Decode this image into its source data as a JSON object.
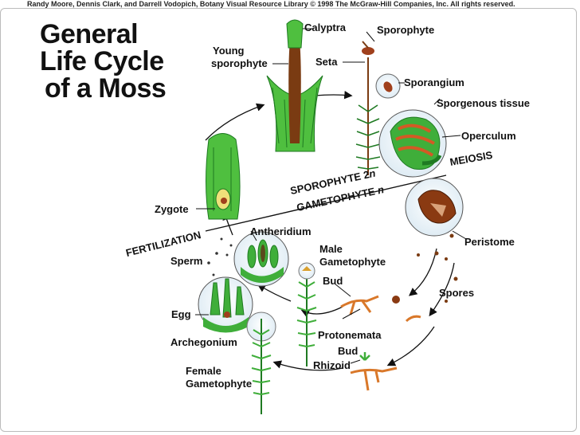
{
  "credit": "Randy Moore, Dennis Clark, and Darrell Vodopich, Botany Visual Resource Library © 1998 The McGraw-Hill Companies, Inc. All rights reserved.",
  "title": {
    "line1": "General",
    "line2": "Life Cycle",
    "line3": "of a Moss"
  },
  "labels": {
    "calyptra": "Calyptra",
    "sporophyte": "Sporophyte",
    "young_sporophyte_1": "Young",
    "young_sporophyte_2": "sporophyte",
    "seta": "Seta",
    "sporangium": "Sporangium",
    "sporogenous_tissue": "Sporgenous tissue",
    "operculum": "Operculum",
    "meiosis": "MEIOSIS",
    "sporophyte_2n": "SPOROPHYTE 2",
    "sporophyte_2n_n": "n",
    "gametophyte_n": "GAMETOPHYTE",
    "gametophyte_n_n": "n",
    "zygote": "Zygote",
    "fertilization": "FERTILIZATION",
    "antheridium": "Antheridium",
    "sperm": "Sperm",
    "male_gametophyte_1": "Male",
    "male_gametophyte_2": "Gametophyte",
    "peristome": "Peristome",
    "bud_upper": "Bud",
    "spores": "Spores",
    "egg": "Egg",
    "protonemata": "Protonemata",
    "archegonium": "Archegonium",
    "bud_lower": "Bud",
    "rhizoid": "Rhizoid",
    "female_gametophyte_1": "Female",
    "female_gametophyte_2": "Gametophyte"
  },
  "colors": {
    "leaf_green": "#3fae3a",
    "dark_green": "#1f7a22",
    "light_green": "#b9e58a",
    "brown": "#7a3b12",
    "capsule_red": "#a0401c",
    "circle_fill": "#eef6fb",
    "protonema": "#d9782a"
  }
}
